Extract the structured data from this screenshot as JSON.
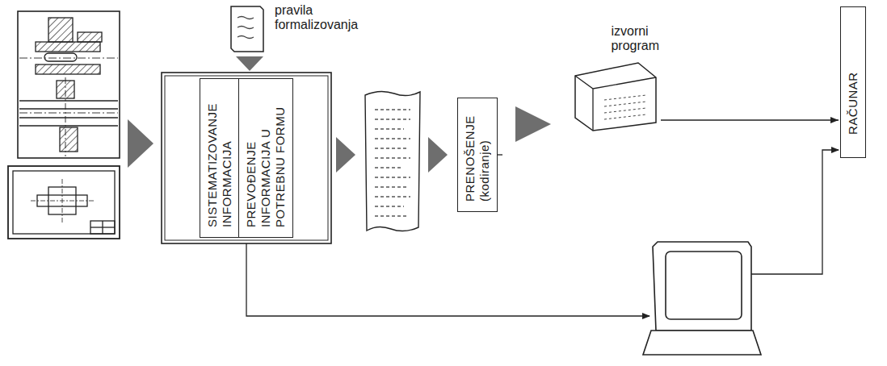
{
  "diagram": {
    "nodes": [
      {
        "text": [
          "pravila formalizovanja"
        ]
      },
      {
        "text": [
          "SISTEMATIZOVANJE INFORMACIJA"
        ]
      },
      {
        "text": [
          "PREVOĐENJE INFORMACIJA U POTREBNU FORMU"
        ]
      },
      {
        "text": [
          "PRENOŠENJE (kodiranje)"
        ]
      },
      {
        "text": [
          "izvorni program"
        ]
      },
      {
        "text": [
          "RAČUNAR"
        ]
      }
    ],
    "edges": [
      {
        "from": 3,
        "to": 4,
        "arrow": "to"
      },
      {
        "from": 4,
        "to": 5,
        "arrow": "to"
      }
    ]
  }
}
